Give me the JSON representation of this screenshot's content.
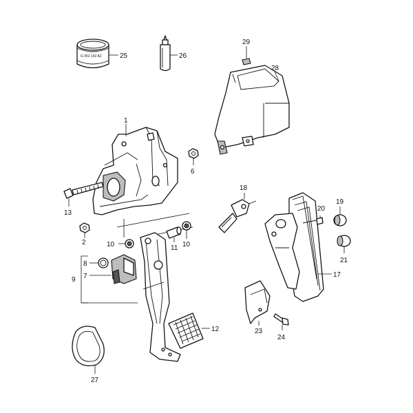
{
  "callouts": {
    "c1": "1",
    "c2": "2",
    "c6": "6",
    "c7": "7",
    "c8": "8",
    "c9": "9",
    "c10a": "10",
    "c10b": "10",
    "c11": "11",
    "c12": "12",
    "c13": "13",
    "c17": "17",
    "c18": "18",
    "c19": "19",
    "c20": "20",
    "c21": "21",
    "c23": "23",
    "c24": "24",
    "c25": "25",
    "c26": "26",
    "c27": "27",
    "c28": "28",
    "c29": "29"
  },
  "grease_tin_label": "G 052 142 A2"
}
